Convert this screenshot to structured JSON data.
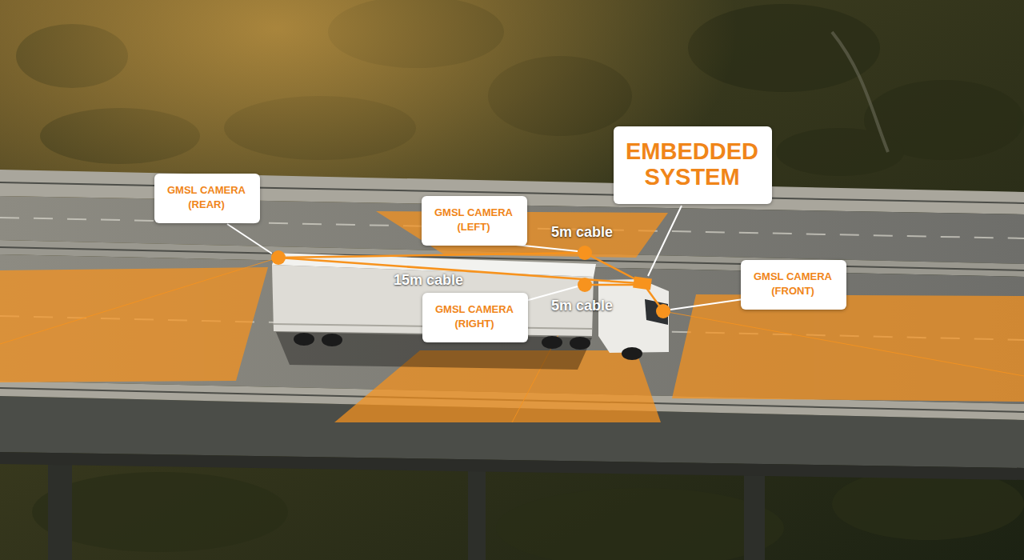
{
  "diagram": {
    "nodes": [
      {
        "text": [
          "GMSL CAMERA (REAR)"
        ]
      },
      {
        "text": [
          "GMSL CAMERA (LEFT)"
        ]
      },
      {
        "text": [
          "EMBEDDED SYSTEM"
        ]
      },
      {
        "text": [
          "GMSL CAMERA (FRONT)"
        ]
      },
      {
        "text": [
          "GMSL CAMERA (RIGHT)"
        ]
      }
    ],
    "labels": [
      "15m cable",
      "5m cable",
      "5m cable"
    ]
  }
}
